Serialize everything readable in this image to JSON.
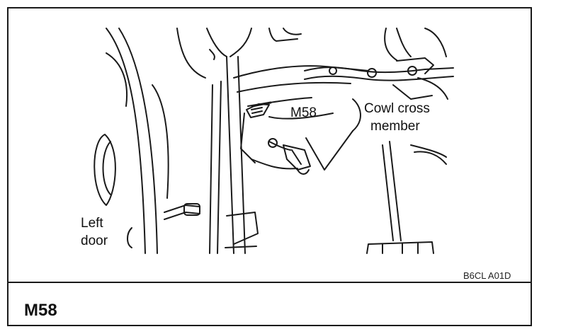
{
  "figure": {
    "section_title": "M58",
    "image_code": "B6CL A01D",
    "labels": {
      "connector": "M58",
      "cowl_line1": "Cowl cross",
      "cowl_line2": "member",
      "door_line1": "Left",
      "door_line2": "door"
    }
  }
}
